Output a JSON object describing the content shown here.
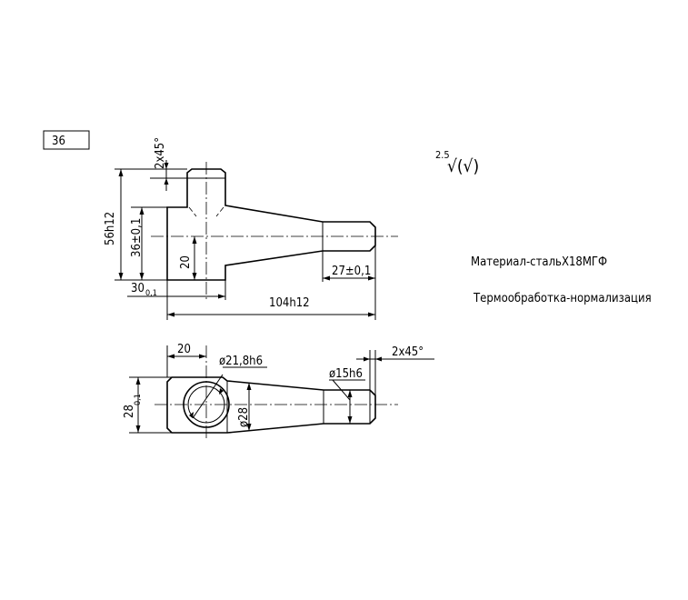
{
  "sheet_number": "36",
  "surface_finish": {
    "roughness": "2.5",
    "symbol": "√(√)"
  },
  "notes": {
    "material": "Материал-стальХ18МГФ",
    "heat_treatment": "Термообработка-нормализация"
  },
  "front_view": {
    "chamfer": "2x45°",
    "height_total": "56h12",
    "height_axis": "36±0,1",
    "height_lower": "20",
    "width_base_value": "30",
    "width_base_tol": "0,1",
    "length_total": "104h12",
    "length_tip": "27±0,1"
  },
  "top_view": {
    "width_left": "20",
    "diameter_hole": "ø21,8h6",
    "chamfer": "2x45°",
    "diameter_tip": "ø15h6",
    "height_value": "28",
    "height_tol": "0,1",
    "diameter_cone": "ø28"
  }
}
